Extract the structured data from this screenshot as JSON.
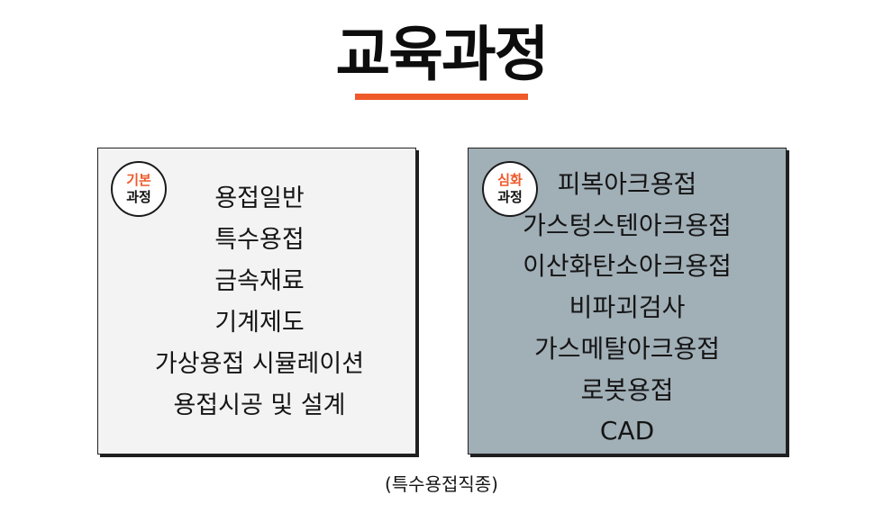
{
  "page": {
    "title": "교육과정",
    "accent_color": "#ef5a2a",
    "footnote": "(특수용접직종)"
  },
  "basic": {
    "badge_top": "기본",
    "badge_bottom": "과정",
    "background": "#f3f3f3",
    "items": [
      "용접일반",
      "특수용접",
      "금속재료",
      "기계제도",
      "가상용접 시뮬레이션",
      "용접시공 및 설계"
    ]
  },
  "advanced": {
    "badge_top": "심화",
    "badge_bottom": "과정",
    "background": "#a1afb7",
    "items": [
      "피복아크용접",
      "가스텅스텐아크용접",
      "이산화탄소아크용접",
      "비파괴검사",
      "가스메탈아크용접",
      "로봇용접",
      "CAD"
    ]
  }
}
